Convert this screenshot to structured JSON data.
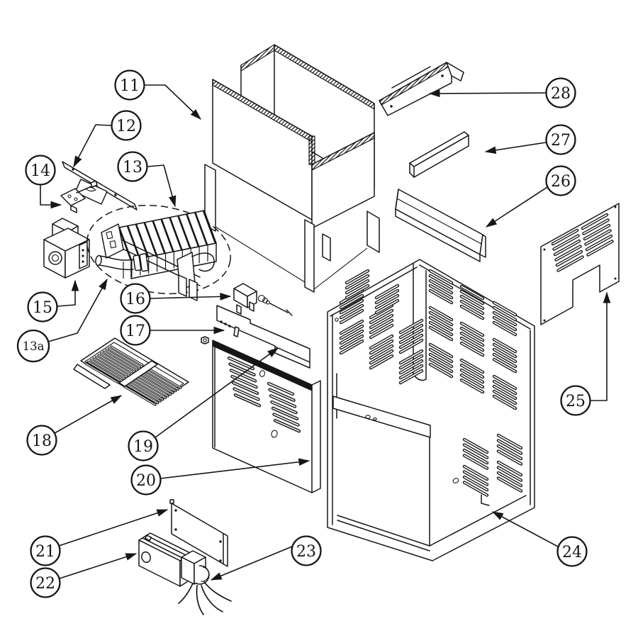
{
  "diagram": {
    "type": "exploded-parts-diagram",
    "description": "Exploded isometric parts view of a heater cabinet assembly with numbered callout balloons",
    "background_color": "#ffffff",
    "line_color": "#161616",
    "callouts": [
      {
        "id": "11",
        "label": "11"
      },
      {
        "id": "12",
        "label": "12"
      },
      {
        "id": "13",
        "label": "13"
      },
      {
        "id": "13a",
        "label": "13a"
      },
      {
        "id": "14",
        "label": "14"
      },
      {
        "id": "15",
        "label": "15"
      },
      {
        "id": "16",
        "label": "16"
      },
      {
        "id": "17",
        "label": "17"
      },
      {
        "id": "18",
        "label": "18"
      },
      {
        "id": "19",
        "label": "19"
      },
      {
        "id": "20",
        "label": "20"
      },
      {
        "id": "21",
        "label": "21"
      },
      {
        "id": "22",
        "label": "22"
      },
      {
        "id": "23",
        "label": "23"
      },
      {
        "id": "24",
        "label": "24"
      },
      {
        "id": "25",
        "label": "25"
      },
      {
        "id": "26",
        "label": "26"
      },
      {
        "id": "27",
        "label": "27"
      },
      {
        "id": "28",
        "label": "28"
      }
    ]
  }
}
